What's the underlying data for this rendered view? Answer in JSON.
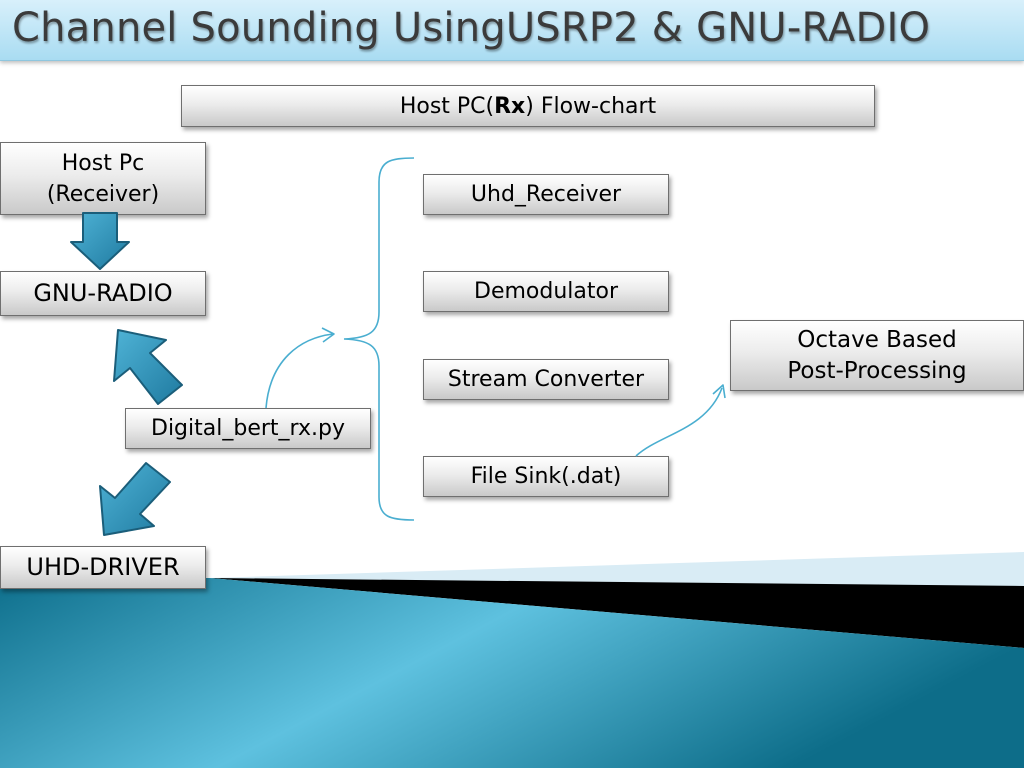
{
  "slide": {
    "title": "Channel Sounding UsingUSRP2 & GNU-RADIO"
  },
  "header_box": {
    "text_before": "Host PC(",
    "text_bold": "Rx",
    "text_after": ") Flow-chart"
  },
  "left_stack": {
    "host_pc_line1": "Host Pc",
    "host_pc_line2": "(Receiver)",
    "gnu_radio": "GNU-RADIO",
    "script": "Digital_bert_rx.py",
    "uhd_driver": "UHD-DRIVER"
  },
  "blocks": {
    "uhd_receiver": "Uhd_Receiver",
    "demodulator": "Demodulator",
    "stream_converter": "Stream Converter",
    "file_sink": "File Sink(.dat)"
  },
  "post_processing": {
    "line1": "Octave Based",
    "line2": "Post-Processing"
  },
  "colors": {
    "arrow_fill": "#2f8fb4",
    "arrow_stroke": "#1b5e7a",
    "connector": "#4aaed0",
    "wave_dark": "#0f7d9a",
    "wave_light": "#5cc0de",
    "black_band": "#000000",
    "pale_band": "#d7ebf4"
  }
}
